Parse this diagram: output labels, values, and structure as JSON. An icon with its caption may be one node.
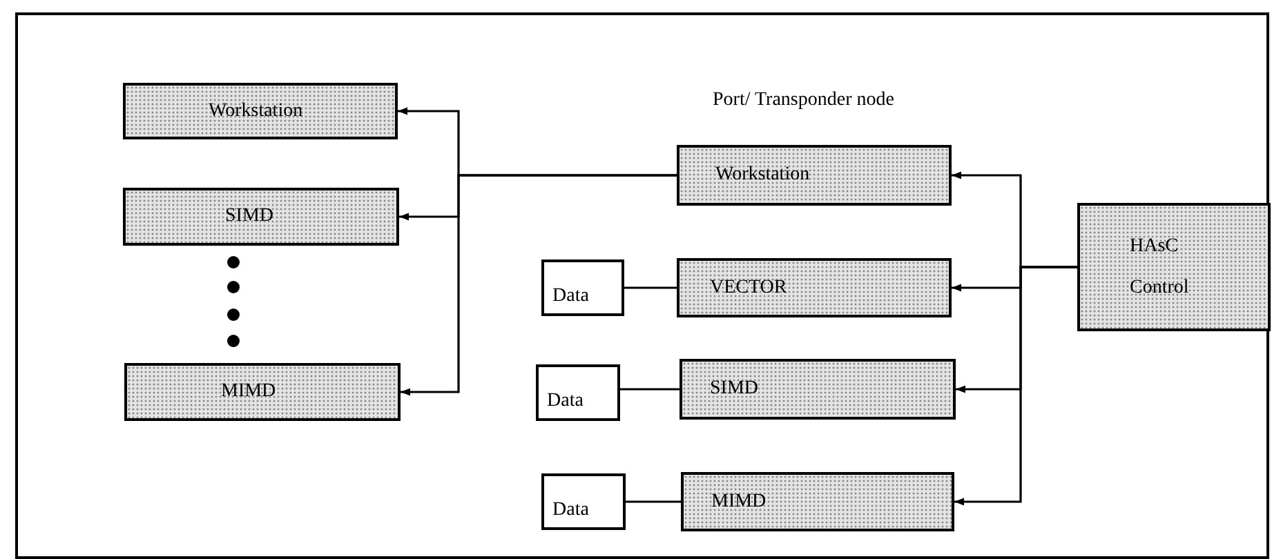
{
  "diagram": {
    "nodes": [
      {
        "text": [
          "Workstation"
        ]
      },
      {
        "text": [
          "SIMD"
        ]
      },
      {
        "text": [
          "MIMD"
        ]
      },
      {
        "text": [
          "Port/ Transponder node",
          "Workstation"
        ]
      },
      {
        "text": [
          "HAsC Control"
        ]
      },
      {
        "text": [
          "Data"
        ]
      },
      {
        "text": [
          "VECTOR"
        ]
      },
      {
        "text": [
          "Data"
        ]
      },
      {
        "text": [
          "SIMD"
        ]
      },
      {
        "text": [
          "Data"
        ]
      },
      {
        "text": [
          "MIMD"
        ]
      }
    ],
    "edges": [
      {
        "from": 3,
        "to": 0,
        "arrow": "to"
      },
      {
        "from": 3,
        "to": 1,
        "arrow": "to"
      },
      {
        "from": 3,
        "to": 2,
        "arrow": "to"
      },
      {
        "from": 4,
        "to": 3,
        "arrow": "to"
      },
      {
        "from": 4,
        "to": 6,
        "arrow": "to"
      },
      {
        "from": 4,
        "to": 8,
        "arrow": "to"
      },
      {
        "from": 4,
        "to": 10,
        "arrow": "to"
      },
      {
        "from": 5,
        "to": 6,
        "arrow": "none"
      },
      {
        "from": 7,
        "to": 8,
        "arrow": "none"
      },
      {
        "from": 9,
        "to": 10,
        "arrow": "none"
      }
    ]
  }
}
